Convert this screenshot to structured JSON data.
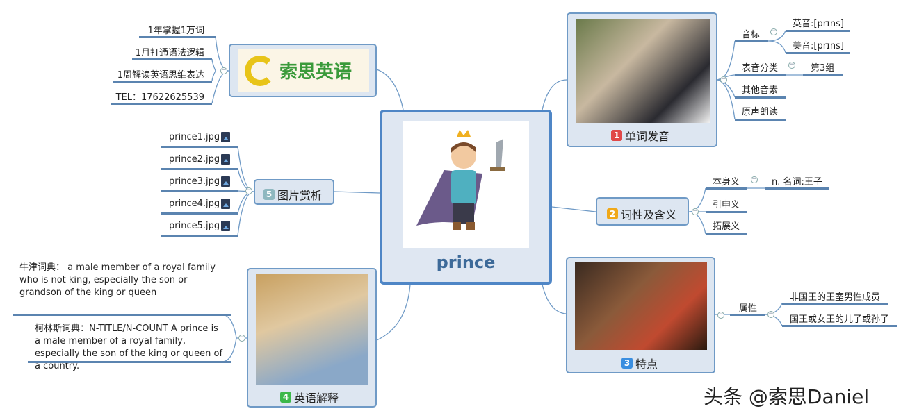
{
  "center": {
    "title": "prince"
  },
  "topics": [
    {
      "num": "1",
      "label": "单词发音",
      "color": "#e04848"
    },
    {
      "num": "2",
      "label": "词性及含义",
      "color": "#f0a818"
    },
    {
      "num": "3",
      "label": "特点",
      "color": "#3a8ee0"
    },
    {
      "num": "4",
      "label": "英语解释",
      "color": "#3cb84a"
    },
    {
      "num": "5",
      "label": "图片赏析",
      "color": "#8fb8c0"
    }
  ],
  "logo": {
    "text": "索思英语",
    "items": [
      "1年掌握1万词",
      "1月打通语法逻辑",
      "1周解读英语思维表达",
      "TEL：17622625539"
    ]
  },
  "pronunciation": {
    "phonetic": "音标",
    "uk": "英音:[prɪns]",
    "us": "美音:[prɪns]",
    "category": "表音分类",
    "group": "第3组",
    "other": "其他音素",
    "audio": "原声朗读"
  },
  "meaning": {
    "basic": "本身义",
    "basic_value": "n. 名词:王子",
    "extended": "引申义",
    "expanded": "拓展义"
  },
  "features": {
    "attr": "属性",
    "items": [
      "非国王的王室男性成员",
      "国王或女王的儿子或孙子"
    ]
  },
  "english": {
    "oxford": "牛津词典： a male member of a royal family who is not king, especially the son or grandson of the king or queen",
    "collins": "柯林斯词典：N-TITLE/N-COUNT A prince is a male member of a royal family, especially the son of the king or queen of a country."
  },
  "images": [
    "prince1.jpg",
    "prince2.jpg",
    "prince3.jpg",
    "prince4.jpg",
    "prince5.jpg"
  ],
  "watermark": "头条 @索思Daniel"
}
